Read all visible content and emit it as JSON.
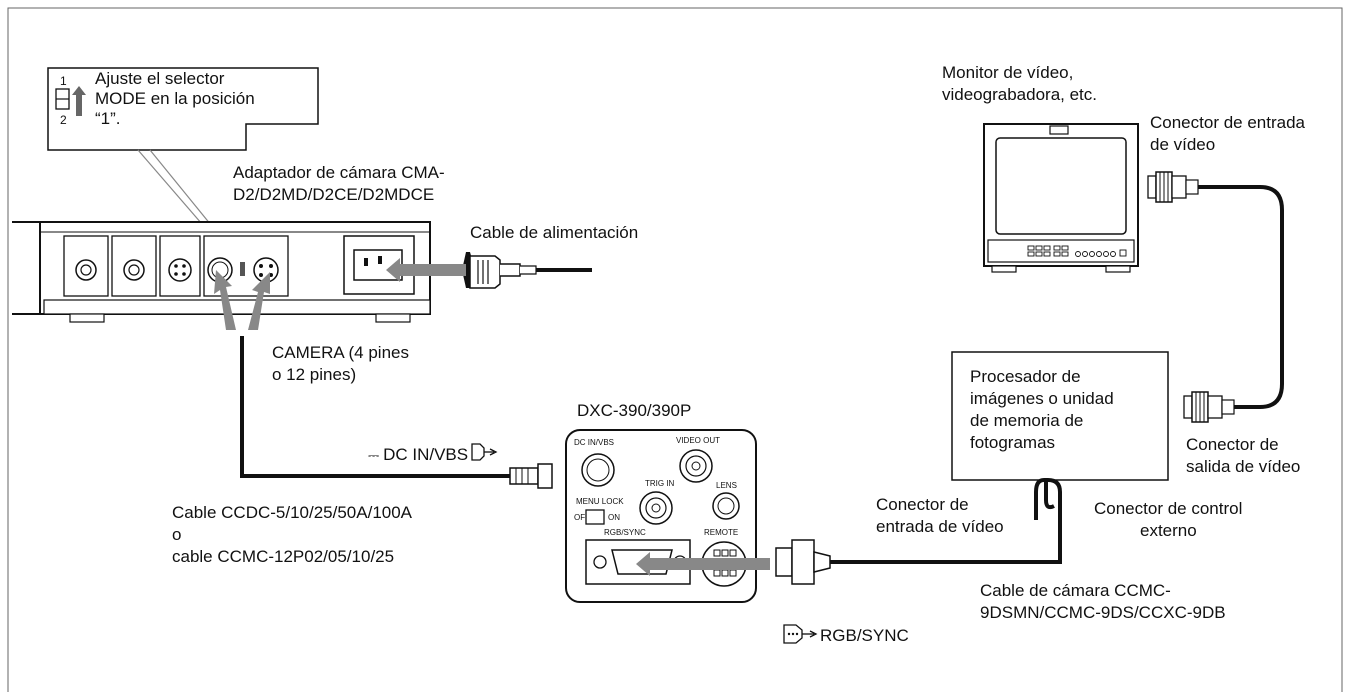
{
  "mode_note": {
    "pos1": "1",
    "pos2": "2",
    "lines": [
      "Ajuste el selector",
      "MODE en la posición",
      "“1”."
    ]
  },
  "adapter": {
    "lines": [
      "Adaptador de cámara CMA-",
      "D2/D2MD/D2CE/D2MDCE"
    ]
  },
  "power_cable": "Cable de alimentación",
  "camera_connector": {
    "lines": [
      "CAMERA (4 pines",
      "o 12 pines)"
    ]
  },
  "camera": {
    "model": "DXC-390/390P",
    "dc_in_label": "DC IN/VBS",
    "dc_symbol": "⎓",
    "panel": {
      "dc_in": "DC IN/VBS",
      "video_out": "VIDEO OUT",
      "trig_in": "TRIG IN",
      "lens": "LENS",
      "menu_lock": "MENU LOCK",
      "off": "OFF",
      "on": "ON",
      "rgb_sync": "RGB/SYNC",
      "remote": "REMOTE"
    }
  },
  "ccdc_cable": {
    "lines": [
      "Cable CCDC-5/10/25/50A/100A",
      "o",
      "cable CCMC-12P02/05/10/25"
    ]
  },
  "monitor": {
    "lines": [
      "Monitor de vídeo,",
      "videograbadora, etc."
    ],
    "input_connector": [
      "Conector de entrada",
      "de vídeo"
    ]
  },
  "processor": {
    "lines": [
      "Procesador de",
      "imágenes o unidad",
      "de memoria de",
      "fotogramas"
    ],
    "output_connector": [
      "Conector de",
      "salida de vídeo"
    ],
    "input_connector": [
      "Conector de",
      "entrada de vídeo"
    ],
    "control_connector": [
      "Conector de control",
      "externo"
    ]
  },
  "rgb_sync_label": "RGB/SYNC",
  "ccmc_cable": {
    "lines": [
      "Cable de cámara CCMC-",
      "9DSMN/CCMC-9DS/CCXC-9DB"
    ]
  }
}
